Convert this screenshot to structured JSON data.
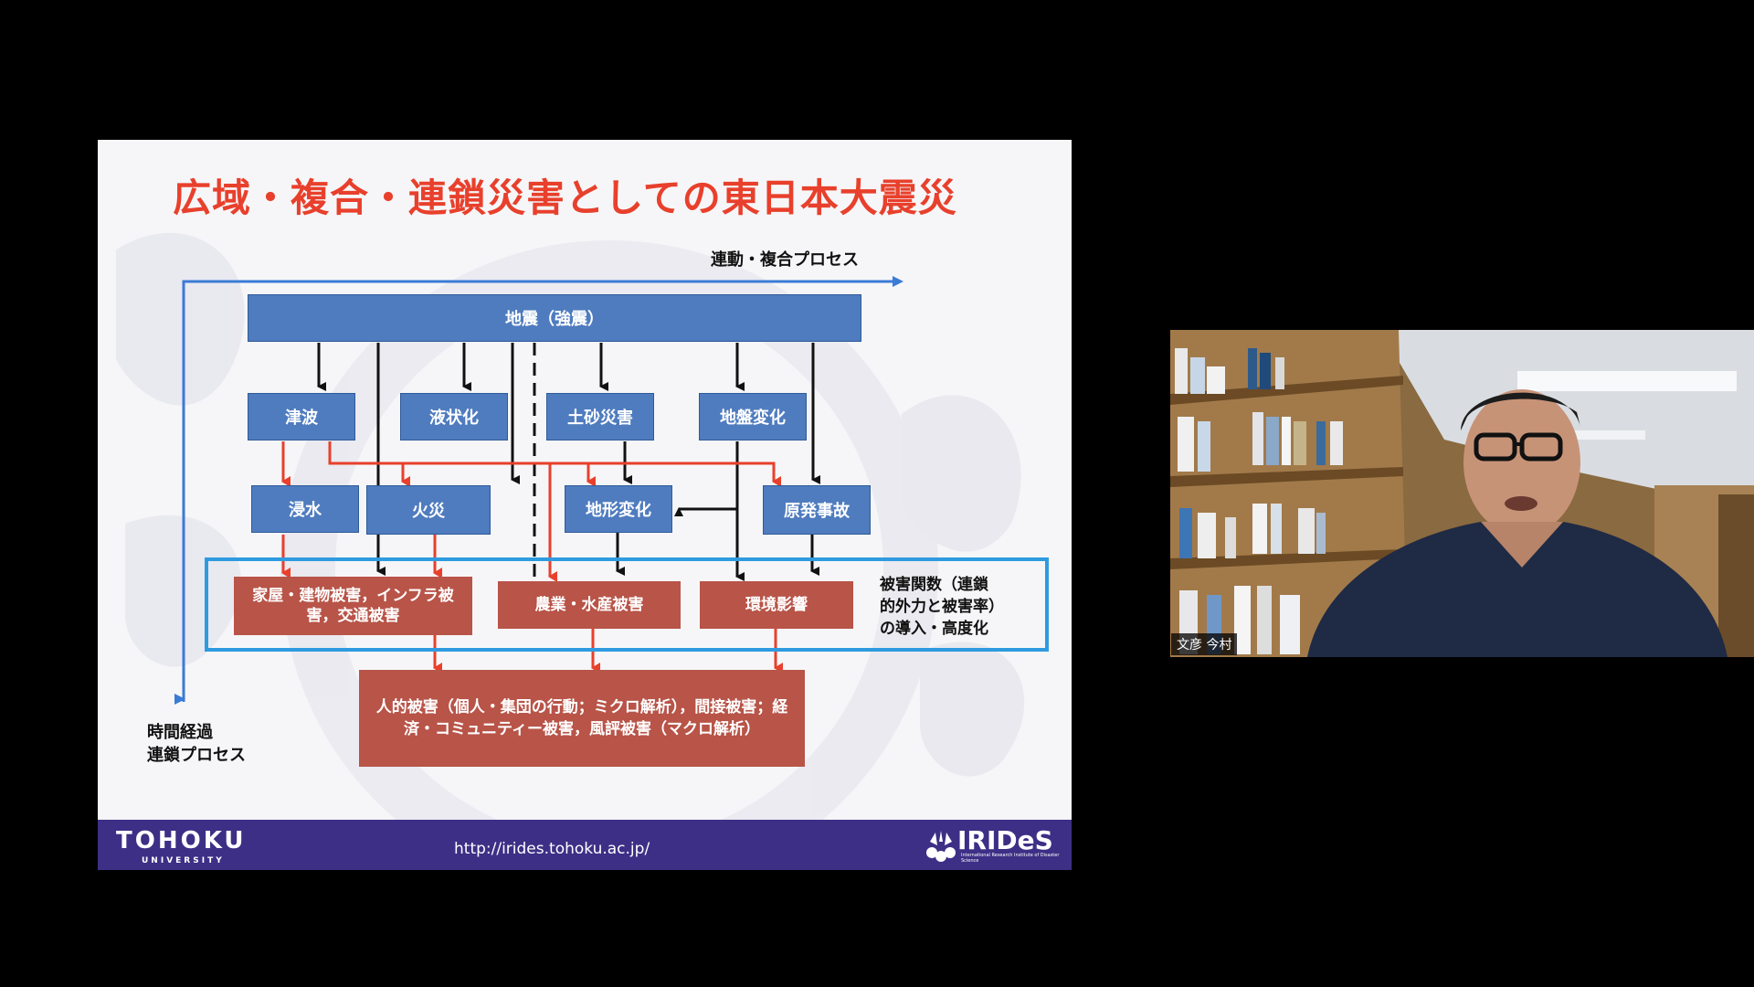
{
  "slide": {
    "title": "広域・複合・連鎖災害としての東日本大震災",
    "axis_top_label": "連動・複合プロセス",
    "axis_left_label_1": "時間経過",
    "axis_left_label_2": "連鎖プロセス",
    "box_earthquake": "地震（強震）",
    "box_tsunami": "津波",
    "box_liquefaction": "液状化",
    "box_sediment": "土砂災害",
    "box_ground": "地盤変化",
    "box_flood": "浸水",
    "box_fire": "火災",
    "box_terrain": "地形変化",
    "box_nuclear": "原発事故",
    "box_housing": "家屋・建物被害，インフラ被害，交通被害",
    "box_agri": "農業・水産被害",
    "box_env": "環境影響",
    "box_human": "人的被害（個人・集団の行動；ミクロ解析），間接被害；経済・コミュニティー被害，風評被害（マクロ解析）",
    "damage_function_note": "被害関数（連鎖的外力と被害率）の導入・高度化",
    "footer_logo": "TOHOKU",
    "footer_logo_sub": "UNIVERSITY",
    "footer_url": "http://irides.tohoku.ac.jp/",
    "irides_name": "IRIDeS",
    "irides_tagline": "International Research Institute of Disaster Science"
  },
  "participant": {
    "name": "文彦 今村"
  },
  "colors": {
    "title_red": "#e8402c",
    "box_blue": "#4f7cbf",
    "box_red": "#b85448",
    "frame_blue": "#2e9be0",
    "arrow_red": "#e8402c",
    "footer_purple": "#3d2f86"
  }
}
